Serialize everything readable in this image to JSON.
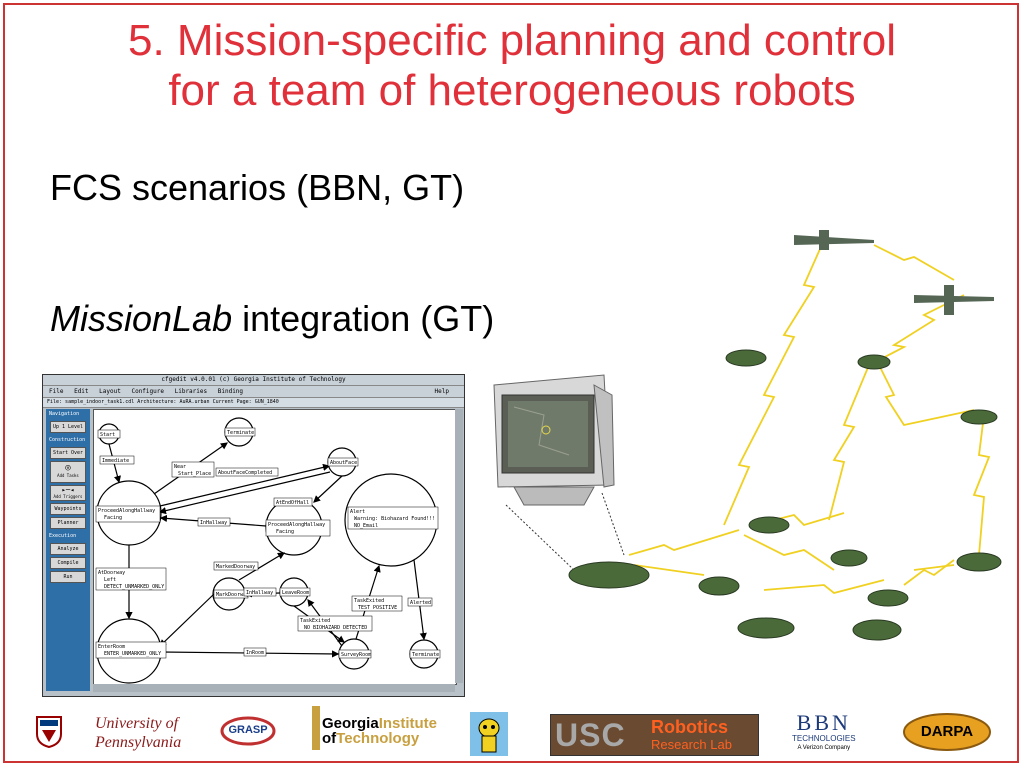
{
  "slide": {
    "title_line1": "5. Mission-specific planning and control",
    "title_line2": "for a team of heterogeneous robots",
    "bullet1": "FCS scenarios (BBN, GT)",
    "bullet2_italic": "MissionLab",
    "bullet2_rest": " integration (GT)"
  },
  "cfgedit": {
    "window_title": "cfgedit  v4.0.01  (c) Georgia Institute of Technology",
    "menu": [
      "File",
      "Edit",
      "Layout",
      "Configure",
      "Libraries",
      "Binding"
    ],
    "menu_help": "Help",
    "file_bar": "File:  sample_indoor_task1.cdl   Architecture:  AuRA.urban   Current Page:  GUN_1840",
    "sections": {
      "navigation": "Navigation",
      "construction": "Construction",
      "execution": "Execution"
    },
    "buttons": {
      "up_level": "Up 1 Level",
      "start_over": "Start Over",
      "add_tasks": "Add Tasks",
      "add_triggers": "Add Triggers",
      "waypoints": "Waypoints",
      "planner": "Planner",
      "analyze": "Analyze",
      "compile": "Compile",
      "run": "Run"
    },
    "states": {
      "start": "Start",
      "terminate": "Terminate",
      "about_face": "AboutFace",
      "proceed_hallway": "ProceedAlongHallway",
      "proceed_hallway_sub": "Facing",
      "proceed_hallway2": "ProceedAlongHallway",
      "proceed_hallway2_sub": "Facing",
      "alert": "Alert",
      "alert_sub1": "Warning: Biohazard Found!!!",
      "alert_sub2": "NO_Email",
      "mark_doorway": "MarkDoorway",
      "leave_room": "LeaveRoom",
      "enter_room": "EnterRoom",
      "enter_room_sub": "ENTER_UNMARKED_ONLY",
      "survey_room": "SurveyRoom",
      "terminate2": "Terminate",
      "alerted": "Alerted"
    },
    "triggers": {
      "immediate": "Immediate",
      "near": "Near",
      "near_sub": "Start_Place",
      "about_face_completed": "AboutFaceCompleted",
      "at_end_of_hall": "AtEndOfHall",
      "in_hallway": "InHallway",
      "marked_doorway": "MarkedDoorway",
      "in_hallway2": "InHallway",
      "at_doorway": "AtDoorway",
      "at_doorway_sub1": "Left",
      "at_doorway_sub2": "DETECT_UNMARKED_ONLY",
      "task_exited1": "TaskExited",
      "task_exited1_sub": "TEST POSITIVE",
      "task_exited2": "TaskExited",
      "task_exited2_sub": "NO BIOHAZARD DETECTED",
      "in_room": "InRoom"
    }
  },
  "logos": {
    "penn": "University of\nPennsylvania",
    "penn_line1": "University of",
    "penn_line2": "Pennsylvania",
    "grasp": "GRASP",
    "gatech_line1a": "Georgia",
    "gatech_line1b": "Institute",
    "gatech_line2a": "of",
    "gatech_line2b": "Technology",
    "usc_robotics": "Robotics",
    "usc_lab": "Research Lab",
    "usc": "USC",
    "bbn": "BBN",
    "bbn_sub": "TECHNOLOGIES",
    "bbn_sub2": "A Verizon Company",
    "darpa": "DARPA"
  },
  "colors": {
    "title": "#e0303a",
    "frame": "#cc3333",
    "links": "#f0d020",
    "tank": "#4a6a3a",
    "panel": "#2f6fa8"
  }
}
